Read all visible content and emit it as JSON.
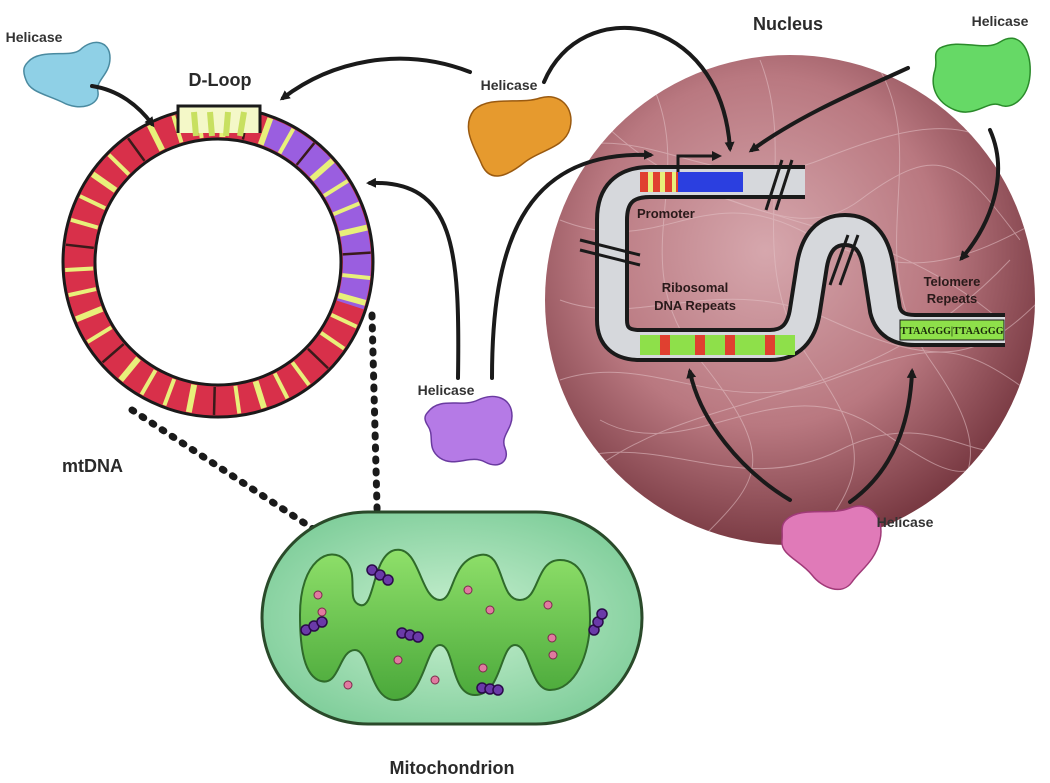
{
  "labels": {
    "nucleus": "Nucleus",
    "dloop": "D-Loop",
    "mtdna": "mtDNA",
    "mitochondrion": "Mitochondrion",
    "promoter": "Promoter",
    "ribosomal_line1": "Ribosomal",
    "ribosomal_line2": "DNA Repeats",
    "telomere_line1": "Telomere",
    "telomere_line2": "Repeats",
    "telomere_seq": "TTAAGGG|TTAAGGG"
  },
  "helicases": [
    {
      "label": "Helicase",
      "color": "#8fd0e6"
    },
    {
      "label": "Helicase",
      "color": "#e69a2e"
    },
    {
      "label": "Helicase",
      "color": "#66d966"
    },
    {
      "label": "Helicase",
      "color": "#b57ae6"
    },
    {
      "label": "Helicase",
      "color": "#e07ab8"
    }
  ],
  "colors": {
    "mtdna_red": "#d8304a",
    "mtdna_yellow": "#e8f07a",
    "mtdna_purple": "#9a5ee0",
    "nucleus": "#a85a66",
    "promoter_blue": "#2b3fe0",
    "mito_green": "#66c84a",
    "mito_outer": "#a8e0b8"
  }
}
